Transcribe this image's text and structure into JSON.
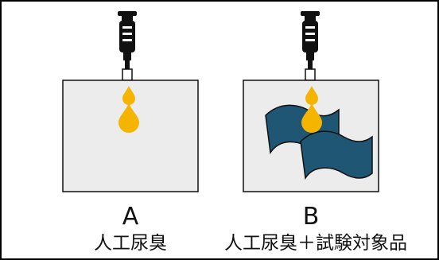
{
  "panels": [
    {
      "letter": "A",
      "caption": "人工尿臭"
    },
    {
      "letter": "B",
      "caption": "人工尿臭＋試験対象品"
    }
  ],
  "colors": {
    "drop": "#f5b400",
    "cloth": "#1f5673",
    "sheet": "#ececec",
    "syringe": "#111111"
  },
  "icons": [
    "syringe-icon",
    "drop-icon",
    "cloth-icon"
  ]
}
